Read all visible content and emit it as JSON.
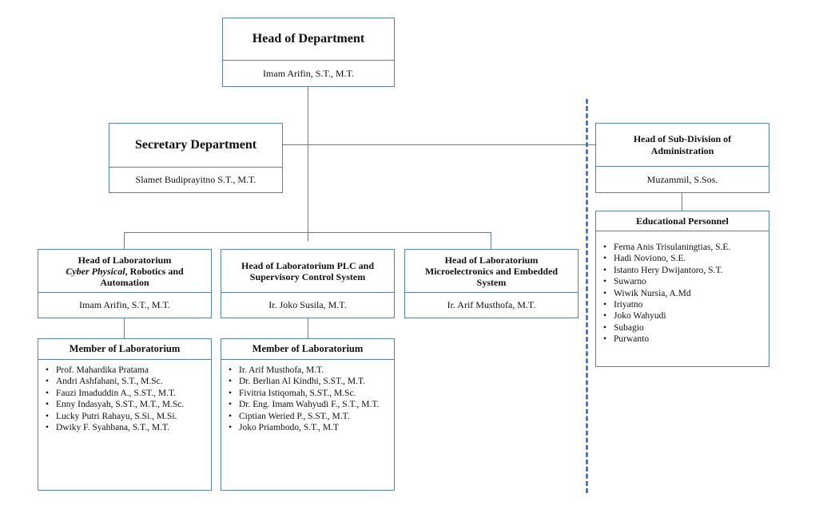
{
  "head_department": {
    "title": "Head of Department",
    "name": "Imam Arifin,  S.T., M.T."
  },
  "secretary": {
    "title": "Secretary Department",
    "name": "Slamet Budiprayitno  S.T., M.T."
  },
  "sub_division": {
    "title": "Head of Sub-Division of Administration",
    "name": "Muzammil,  S.Sos."
  },
  "educational": {
    "title": "Educational  Personnel",
    "members": [
      "Ferna Anis Trisulaningtias,  S.E.",
      "Hadi Noviono,  S.E.",
      "Istanto Hery Dwijantoro,  S.T.",
      "Suwarno",
      "Wiwik Nursia,  A.Md",
      "Iriyatno",
      "Joko Wahyudi",
      "Subagio",
      "Purwanto"
    ]
  },
  "lab1": {
    "title_line1": "Head of Laboratorium",
    "title_italic": "Cyber Physical",
    "title_rest": ", Robotics and Automation",
    "name": "Imam Arifin,  S.T., M.T."
  },
  "lab2": {
    "title": "Head of Laboratorium PLC and Supervisory Control System",
    "name": "Ir. Joko Susila,  M.T."
  },
  "lab3": {
    "title": "Head of Laboratorium Microelectronics and Embedded System",
    "name": "Ir. Arif  Musthofa,  M.T."
  },
  "lab1_members": {
    "title": "Member of Laboratorium",
    "members": [
      "Prof. Mahardika Pratama",
      "Andri Ashfahani, S.T., M.Sc.",
      "Fauzi Imaduddin A., S.ST., M.T.",
      "Enny Indasyah, S.ST., M.T., M.Sc.",
      "Lucky Putri Rahayu, S.Si., M.Si.",
      "Dwiky F. Syahbana, S.T., M.T."
    ]
  },
  "lab2_members": {
    "title": "Member of Laboratorium",
    "members": [
      "Ir. Arif Musthofa, M.T.",
      "Dr. Berlian Al Kindhi,  S.ST., M.T.",
      "Fivitria  Istiqomah,  S.ST., M.Sc.",
      "Dr. Eng. Imam Wahyudi F., S.T., M.T.",
      "Ciptian  Weried P., S.ST., M.T.",
      "Joko Priambodo, S.T., M.T"
    ]
  }
}
